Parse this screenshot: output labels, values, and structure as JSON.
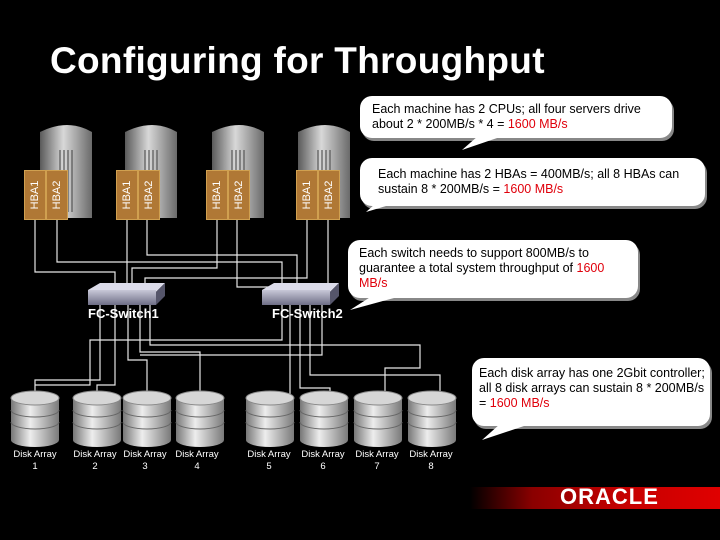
{
  "title": "Configuring for Throughput",
  "callouts": {
    "cpu": {
      "text": "Each machine has 2 CPUs; all four servers drive about 2 * 200MB/s * 4 = ",
      "highlight": "1600 MB/s"
    },
    "hba": {
      "text": "Each machine has 2 HBAs = 400MB/s; all 8 HBAs can sustain 8 * 200MB/s = ",
      "highlight": "1600 MB/s"
    },
    "switch": {
      "text": "Each switch needs to support 800MB/s to guarantee a total system throughput of ",
      "highlight": "1600 MB/s"
    },
    "disk": {
      "text": "Each disk array has one 2Gbit controller; all 8 disk arrays can sustain 8 * 200MB/s = ",
      "highlight": "1600 MB/s"
    }
  },
  "hba_labels": [
    "HBA1",
    "HBA2",
    "HBA1",
    "HBA2",
    "HBA1",
    "HBA2",
    "HBA1",
    "HBA2"
  ],
  "switches": [
    "FC-Switch1",
    "FC-Switch2"
  ],
  "disk_arrays": [
    "Disk Array 1",
    "Disk Array 2",
    "Disk Array 3",
    "Disk Array 4",
    "Disk Array 5",
    "Disk Array 6",
    "Disk Array 7",
    "Disk Array 8"
  ],
  "logo": "ORACLE",
  "colors": {
    "background": "#000000",
    "hba": "#b07835",
    "highlight": "#e0000b",
    "brand_red": "#c40000"
  }
}
